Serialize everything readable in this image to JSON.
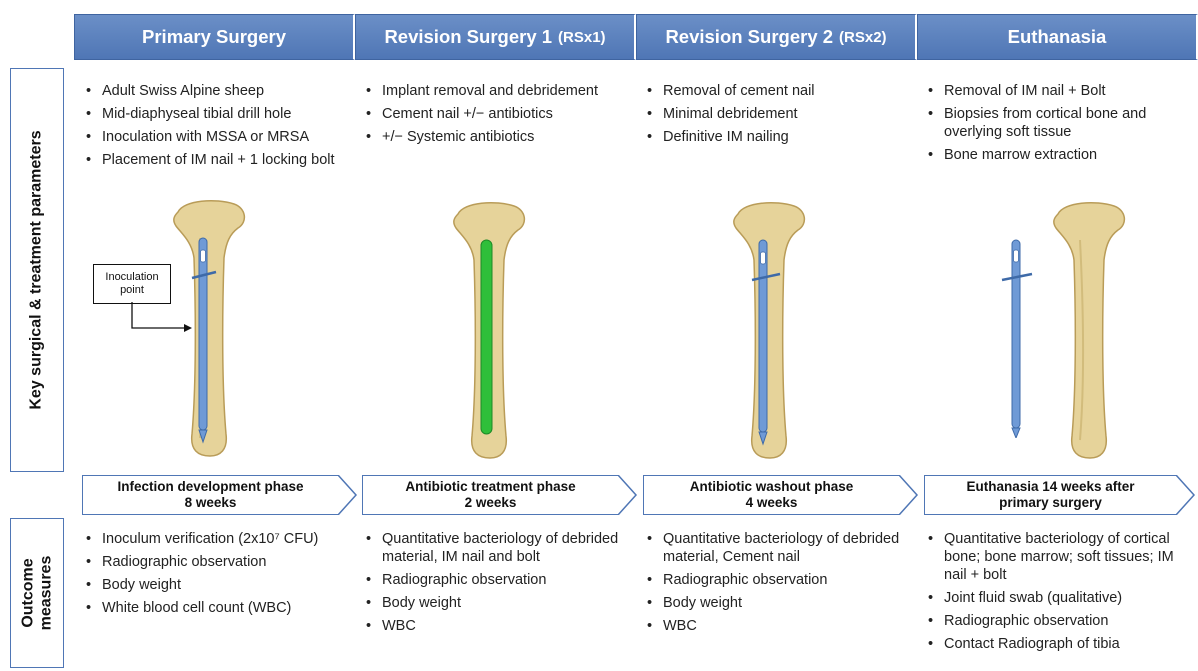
{
  "headers": [
    {
      "title": "Primary Surgery",
      "suffix": ""
    },
    {
      "title": "Revision Surgery 1",
      "suffix": "(RSx1)"
    },
    {
      "title": "Revision Surgery 2",
      "suffix": "(RSx2)"
    },
    {
      "title": "Euthanasia",
      "suffix": ""
    }
  ],
  "side_labels": {
    "top": "Key surgical & treatment parameters",
    "bottom_line1": "Outcome",
    "bottom_line2": "measures"
  },
  "parameters": [
    [
      "Adult Swiss Alpine sheep",
      "Mid-diaphyseal tibial drill hole",
      "Inoculation with MSSA or MRSA",
      "Placement of IM nail + 1 locking bolt"
    ],
    [
      "Implant removal and debridement",
      "Cement nail +/− antibiotics",
      "+/− Systemic antibiotics"
    ],
    [
      "Removal of cement nail",
      "Minimal debridement",
      "Definitive IM nailing"
    ],
    [
      "Removal of  IM nail + Bolt",
      "Biopsies from cortical bone and overlying soft tissue",
      "Bone marrow extraction"
    ]
  ],
  "inoculation_label": "Inoculation point",
  "phases": [
    {
      "line1": "Infection development  phase",
      "line2": "8 weeks"
    },
    {
      "line1": "Antibiotic treatment phase",
      "line2": "2 weeks"
    },
    {
      "line1": "Antibiotic washout phase",
      "line2": "4 weeks"
    },
    {
      "line1": "Euthanasia 14 weeks after",
      "line2": "primary surgery"
    }
  ],
  "outcomes": [
    [
      "Inoculum verification (2x10⁷ CFU)",
      "Radiographic observation",
      "Body weight",
      "White blood cell count (WBC)"
    ],
    [
      "Quantitative bacteriology of debrided material, IM nail and bolt",
      "Radiographic observation",
      "Body weight",
      "WBC"
    ],
    [
      "Quantitative bacteriology of debrided material, Cement nail",
      "Radiographic observation",
      "Body weight",
      "WBC"
    ],
    [
      "Quantitative bacteriology of cortical bone; bone marrow; soft tissues; IM nail + bolt",
      "Joint fluid swab (qualitative)",
      "Radiographic observation",
      "Contact Radiograph of tibia"
    ]
  ],
  "colors": {
    "header_blue": "#4f76b5",
    "bone": "#e6d39a",
    "nail_blue": "#6f9ad6",
    "cement_green": "#2fbf3a"
  }
}
